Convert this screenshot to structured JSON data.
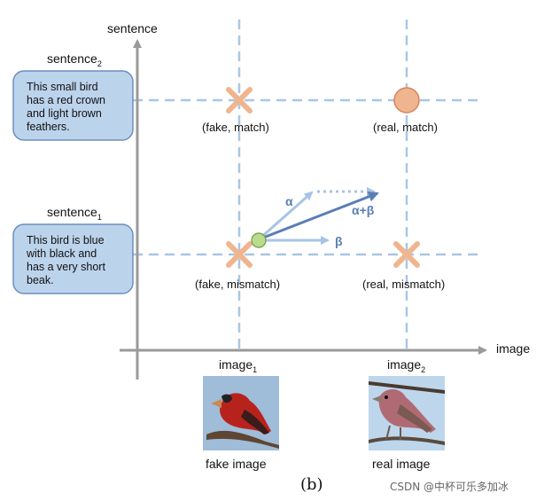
{
  "axes": {
    "x_label": "image",
    "y_label": "sentence"
  },
  "sentences": [
    {
      "label": "sentence",
      "subscript": "2",
      "text_lines": [
        "This small bird",
        "has a red crown",
        "and light brown",
        "feathers."
      ]
    },
    {
      "label": "sentence",
      "subscript": "1",
      "text_lines": [
        "This bird is blue",
        "with black and",
        "has a very short",
        "beak."
      ]
    }
  ],
  "images": [
    {
      "label": "image",
      "subscript": "1",
      "caption": "fake image"
    },
    {
      "label": "image",
      "subscript": "2",
      "caption": "real image"
    }
  ],
  "points": [
    {
      "label": "(fake, match)",
      "marker": "cross"
    },
    {
      "label": "(real, match)",
      "marker": "circle"
    },
    {
      "label": "(fake, mismatch)",
      "marker": "cross"
    },
    {
      "label": "(real, mismatch)",
      "marker": "cross"
    }
  ],
  "vectors": {
    "alpha": "α",
    "beta": "β",
    "sum": "α+β"
  },
  "figure_caption": "(b)",
  "watermark": "CSDN @中杯可乐多加冰",
  "colors": {
    "dashed_grid": "#a9c6e3",
    "axis": "#9a9a9a",
    "cross": "#efb58e",
    "circle": "#efb58e",
    "circle_stroke": "#d4845a",
    "origin_point": "#b9dc8c",
    "box_fill": "#bcd3ec",
    "box_stroke": "#6d8fbf",
    "arrow_light": "#a7c4e6",
    "arrow_dark": "#5a7fb5"
  }
}
